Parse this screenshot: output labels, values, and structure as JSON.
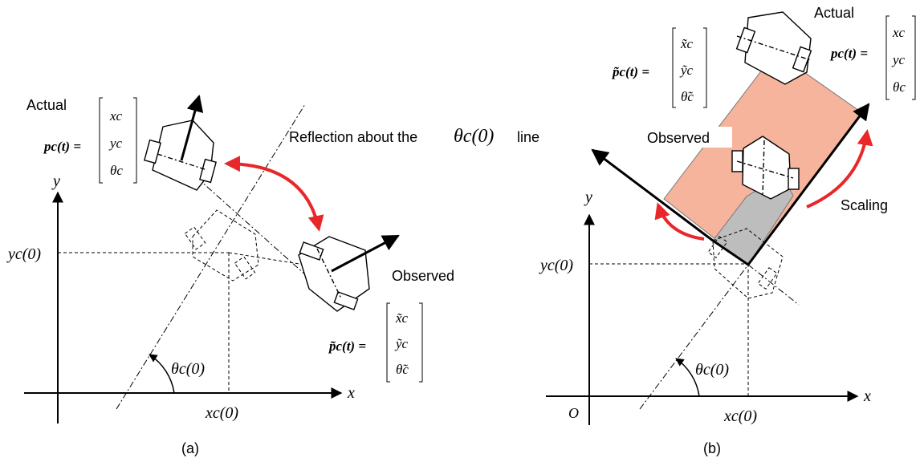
{
  "panel_a": {
    "caption": "(a)",
    "actual_label": "Actual",
    "observed_label": "Observed",
    "reflection_label": "Reflection about the",
    "reflection_symbol": "θc(0)",
    "reflection_suffix": "line",
    "axis_x": "x",
    "axis_y": "y",
    "y0_label": "yc(0)",
    "x0_label": "xc(0)",
    "theta_label": "θc(0)",
    "actual_vector_lhs": "pc(t) =",
    "actual_vector": [
      "xc",
      "yc",
      "θc"
    ],
    "observed_vector_lhs": "p̃c(t) =",
    "observed_vector": [
      "x̃c",
      "ỹc",
      "θ̃c"
    ]
  },
  "panel_b": {
    "caption": "(b)",
    "actual_label": "Actual",
    "observed_label": "Observed",
    "scaling_label": "Scaling",
    "axis_x": "x",
    "axis_y": "y",
    "origin_label": "O",
    "y0_label": "yc(0)",
    "x0_label": "xc(0)",
    "theta_label": "θc(0)",
    "actual_vector_lhs": "pc(t) =",
    "actual_vector": [
      "xc",
      "yc",
      "θc"
    ],
    "observed_vector_lhs": "p̃c(t) =",
    "observed_vector": [
      "x̃c",
      "ỹc",
      "θ̃c"
    ]
  },
  "colors": {
    "arrow_red": "#e8272a",
    "scaled_fill": "#f6b49c",
    "overlap_fill": "#bdbdbd"
  }
}
